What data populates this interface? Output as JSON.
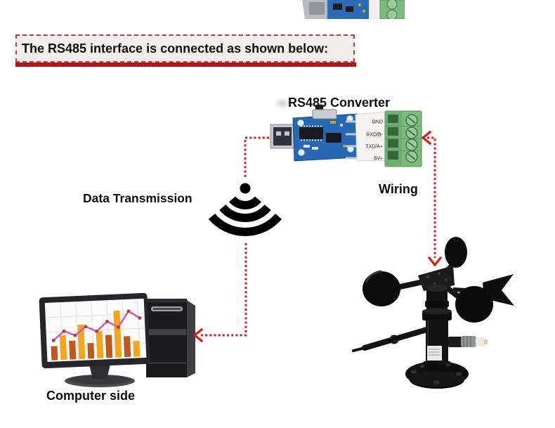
{
  "banner": {
    "text": "The RS485 interface is connected as shown below:"
  },
  "section_labels": {
    "converter": "RS485 Converter",
    "data_transmission": "Data Transmission",
    "wiring": "Wiring",
    "computer_side": "Computer side"
  },
  "converter": {
    "terminal_pins": [
      "GND",
      "RXD/B-",
      "TXD/A+",
      "5V+"
    ]
  },
  "colors": {
    "accent_red": "#dd1717",
    "banner_underline": "#b1151a",
    "pcb_blue": "#2768b4",
    "terminal_green": "#7cbb7d",
    "usb_silver": "#c3c7cc",
    "bar_dark": "#c2571d",
    "bar_yellow": "#f2a51e",
    "line_magenta": "#cf58c2",
    "illustration_black": "#101010"
  },
  "computer_chart": {
    "type": "bar",
    "note": "decorative chart shown on monitor screen",
    "bar_values_rel": [
      0.27,
      0.47,
      0.36,
      0.66,
      0.3,
      0.52,
      0.44,
      0.9,
      0.4,
      0.3
    ],
    "line_values_rel": [
      0.38,
      0.55,
      0.46,
      0.62,
      0.52,
      0.7,
      0.58,
      0.88,
      0.74
    ]
  }
}
